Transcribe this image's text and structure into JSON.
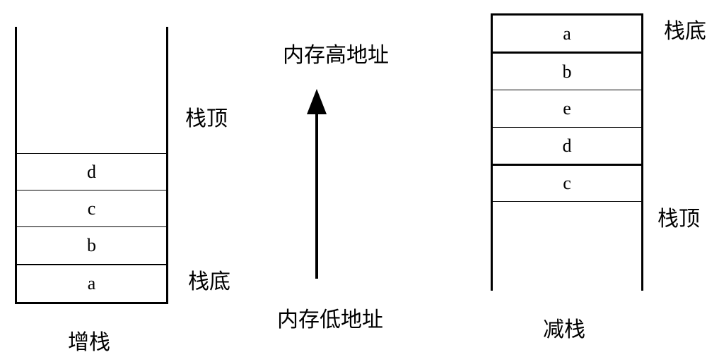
{
  "left_stack": {
    "caption": "增栈",
    "top_label": "栈顶",
    "bottom_label": "栈底",
    "cells": [
      "d",
      "c",
      "b",
      "a"
    ]
  },
  "center": {
    "high_label": "内存高地址",
    "low_label": "内存低地址"
  },
  "right_stack": {
    "caption": "减栈",
    "top_label": "栈顶",
    "bottom_label": "栈底",
    "cells": [
      "a",
      "b",
      "e",
      "d",
      "c"
    ]
  }
}
